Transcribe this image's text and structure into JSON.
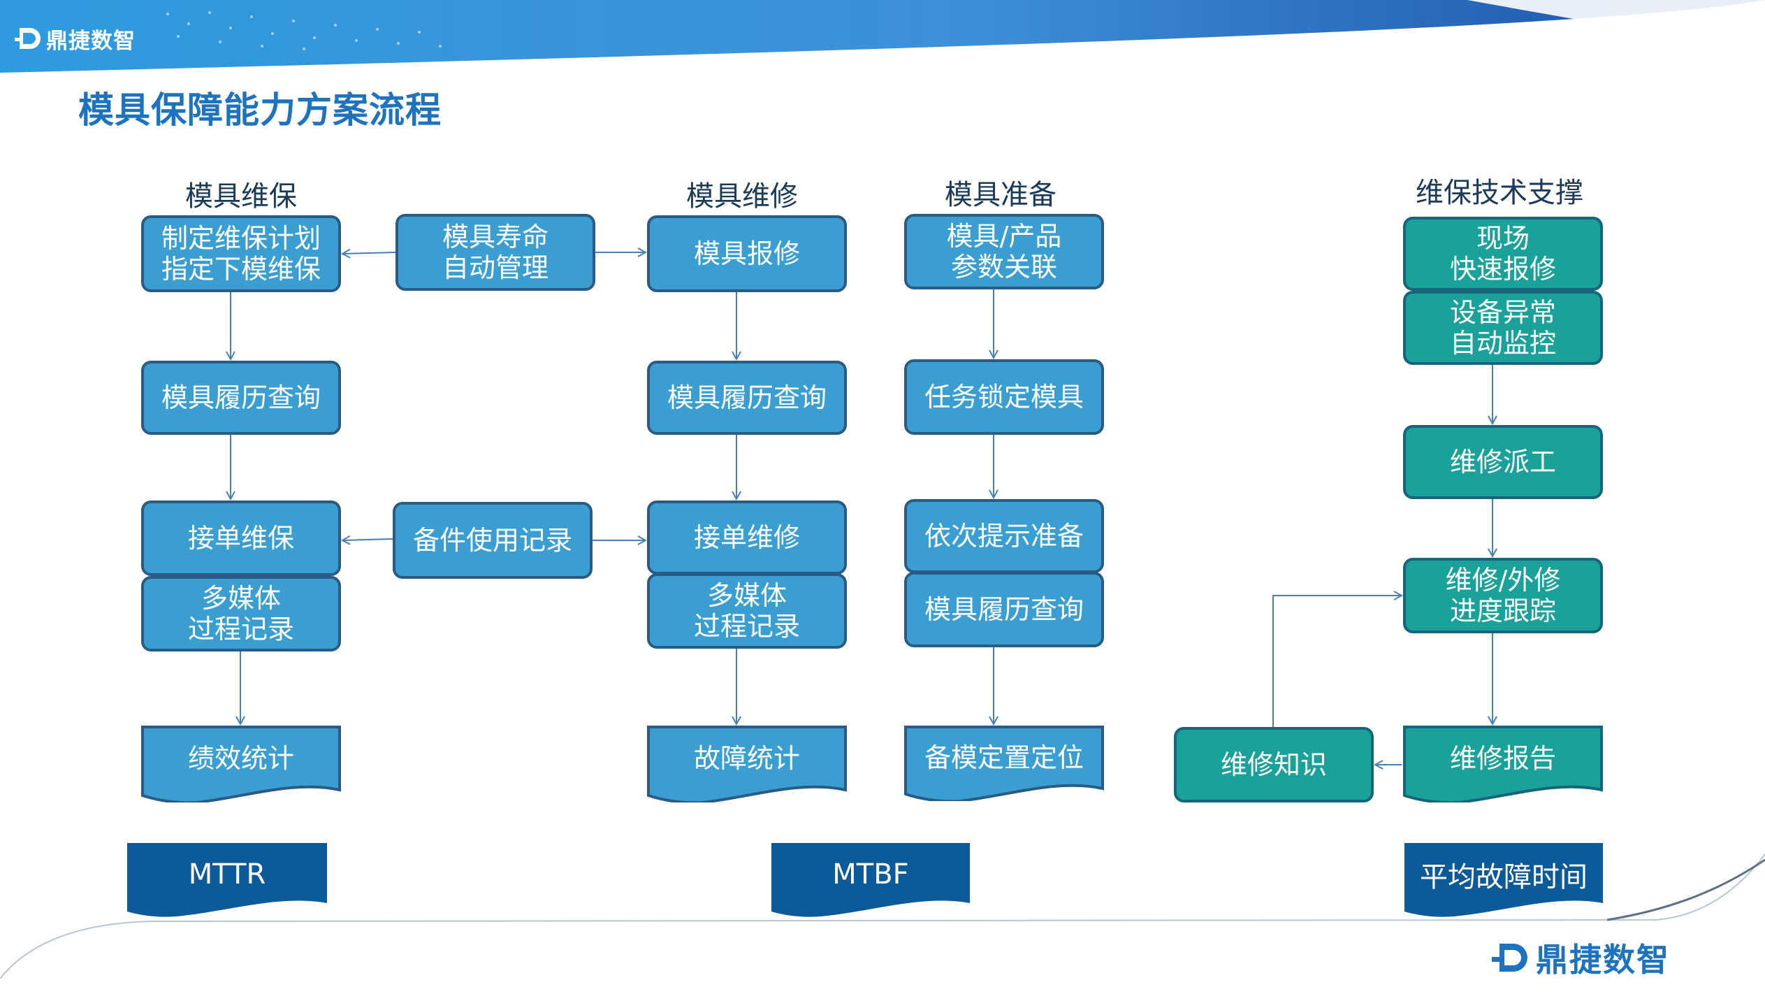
{
  "header": {
    "logo_text": "鼎捷数智"
  },
  "title": "模具保障能力方案流程",
  "columns": {
    "maintenance": "模具维保",
    "repair": "模具维修",
    "prep": "模具准备",
    "support": "维保技术支撑"
  },
  "boxes": {
    "plan": "制定维保计划\n指定下模维保",
    "life": "模具寿命\n自动管理",
    "report_repair": "模具报修",
    "params": "模具/产品\n参数关联",
    "history1": "模具履历查询",
    "history2": "模具履历查询",
    "lock": "任务锁定模具",
    "order_maint": "接单维保",
    "spare": "备件使用记录",
    "order_repair": "接单维修",
    "prompt": "依次提示准备",
    "media1": "多媒体\n过程记录",
    "media2": "多媒体\n过程记录",
    "history3": "模具履历查询",
    "perf": "绩效统计",
    "fault": "故障统计",
    "locate": "备模定置定位",
    "onsite": "现场\n快速报修",
    "monitor": "设备异常\n自动监控",
    "dispatch": "维修派工",
    "track": "维修/外修\n进度跟踪",
    "knowledge": "维修知识",
    "report": "维修报告"
  },
  "metrics": {
    "mttr": "MTTR",
    "mtbf": "MTBF",
    "mttr_cn": "平均故障时间"
  },
  "footer": {
    "logo_text": "鼎捷数智"
  },
  "colors": {
    "blue_box": "#3a9fd0",
    "teal_box": "#1aa19a",
    "dark_blue": "#0c5a98",
    "title_blue": "#1e73be"
  }
}
